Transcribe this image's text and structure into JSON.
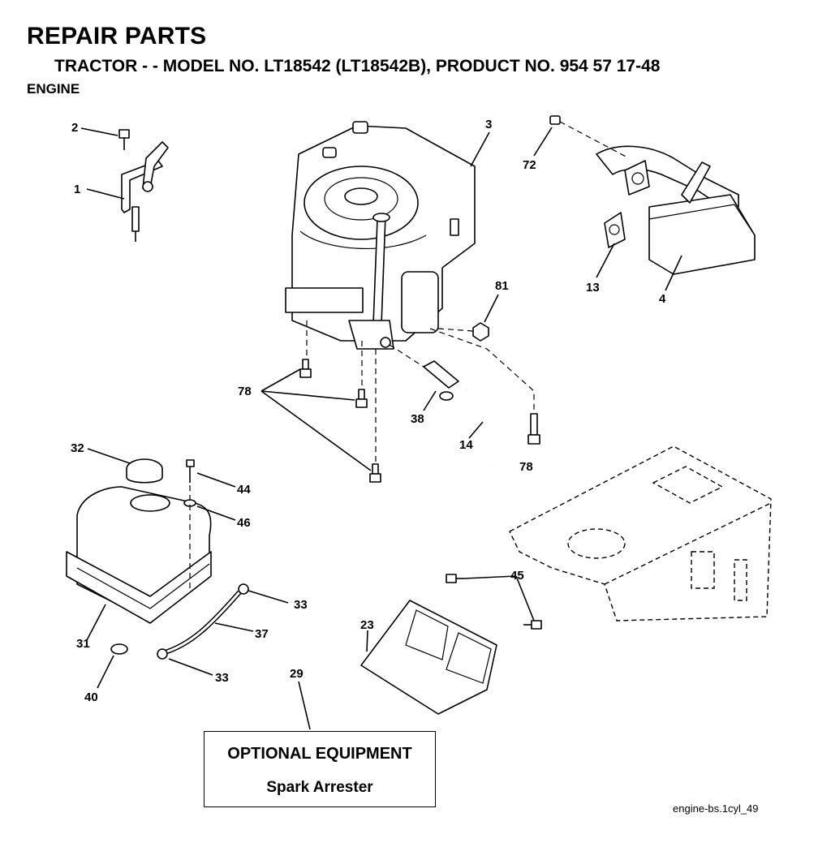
{
  "header": {
    "title": "REPAIR PARTS",
    "subtitle": "TRACTOR - - MODEL NO. LT18542 (LT18542B), PRODUCT NO. 954 57 17-48",
    "section": "ENGINE"
  },
  "callouts": {
    "c1": "1",
    "c2": "2",
    "c3": "3",
    "c4": "4",
    "c13": "13",
    "c14": "14",
    "c23": "23",
    "c29": "29",
    "c31": "31",
    "c32": "32",
    "c33a": "33",
    "c33b": "33",
    "c37": "37",
    "c38": "38",
    "c40": "40",
    "c44": "44",
    "c45": "45",
    "c46": "46",
    "c72": "72",
    "c78a": "78",
    "c78b": "78",
    "c81": "81"
  },
  "optional_equipment": {
    "title": "OPTIONAL EQUIPMENT",
    "item": "Spark Arrester"
  },
  "reference": "engine-bs.1cyl_49"
}
